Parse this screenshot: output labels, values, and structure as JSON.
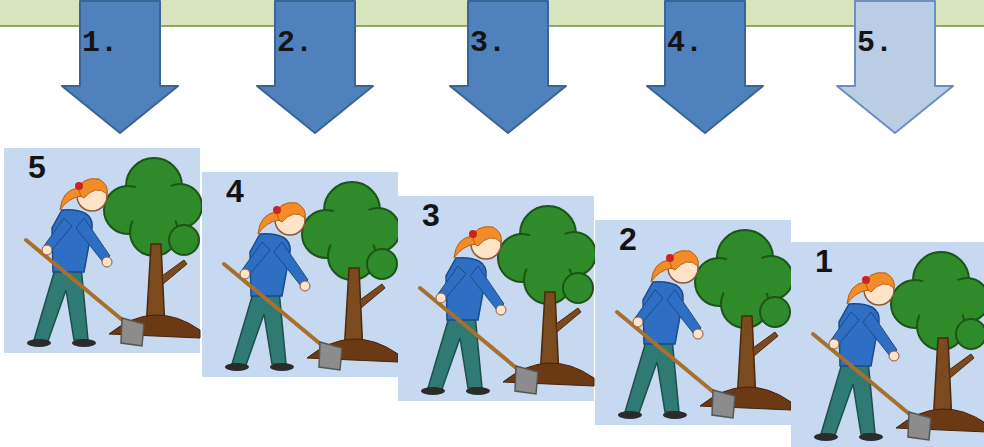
{
  "diagram": {
    "nodes": [
      {
        "text": [
          "1."
        ]
      },
      {
        "text": [
          "2."
        ]
      },
      {
        "text": [
          "3."
        ]
      },
      {
        "text": [
          "4."
        ]
      },
      {
        "text": [
          "5."
        ]
      },
      {
        "text": [
          "5"
        ]
      },
      {
        "text": [
          "4"
        ]
      },
      {
        "text": [
          "3"
        ]
      },
      {
        "text": [
          "2"
        ]
      },
      {
        "text": [
          "1"
        ]
      }
    ]
  }
}
